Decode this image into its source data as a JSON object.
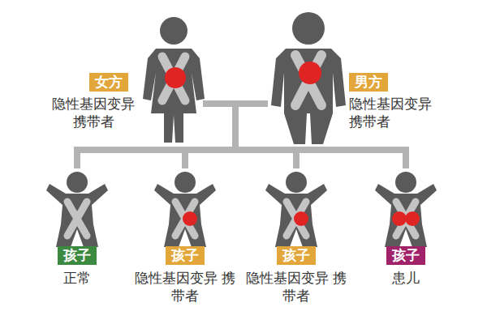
{
  "diagram": {
    "nodes": [
      {
        "text": [
          "女方",
          "隐性基因变异 携带者"
        ]
      },
      {
        "text": [
          "男方",
          "隐性基因变异 携带者"
        ]
      },
      {
        "text": [
          "孩子",
          "正常"
        ]
      },
      {
        "text": [
          "孩子",
          "隐性基因变异 携带者"
        ]
      },
      {
        "text": [
          "孩子",
          "隐性基因变异 携带者"
        ]
      },
      {
        "text": [
          "孩子",
          "患儿"
        ]
      }
    ],
    "edges": [
      {
        "from": 0,
        "to": 2,
        "arrow": "none"
      },
      {
        "from": 0,
        "to": 3,
        "arrow": "none"
      },
      {
        "from": 0,
        "to": 4,
        "arrow": "none"
      },
      {
        "from": 0,
        "to": 5,
        "arrow": "none"
      },
      {
        "from": 1,
        "to": 2,
        "arrow": "none"
      },
      {
        "from": 1,
        "to": 3,
        "arrow": "none"
      },
      {
        "from": 1,
        "to": 4,
        "arrow": "none"
      },
      {
        "from": 1,
        "to": 5,
        "arrow": "none"
      }
    ]
  }
}
